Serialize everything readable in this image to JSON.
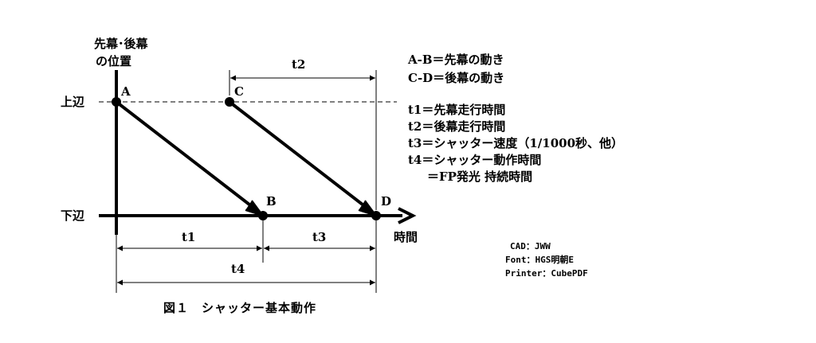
{
  "axis": {
    "y_label_line1": "先幕･後幕",
    "y_label_line2": "の位置",
    "top_edge": "上辺",
    "bottom_edge": "下辺",
    "x_label": "時間"
  },
  "points": {
    "A": "A",
    "B": "B",
    "C": "C",
    "D": "D"
  },
  "dimensions": {
    "t1": "t1",
    "t2": "t2",
    "t3": "t3",
    "t4": "t4"
  },
  "legend": [
    "A-B＝先幕の動き",
    "C-D＝後幕の動き",
    "t1＝先幕走行時間",
    "t2＝後幕走行時間",
    "t3＝シャッター速度（1/1000秒、他）",
    "t4＝シャッター動作時間",
    "＝FP発光 持続時間"
  ],
  "meta": {
    "cad": "CAD：JWW",
    "font": "Font：HGS明朝E",
    "printer": "Printer：CubePDF"
  },
  "caption": "図１　シャッター基本動作"
}
